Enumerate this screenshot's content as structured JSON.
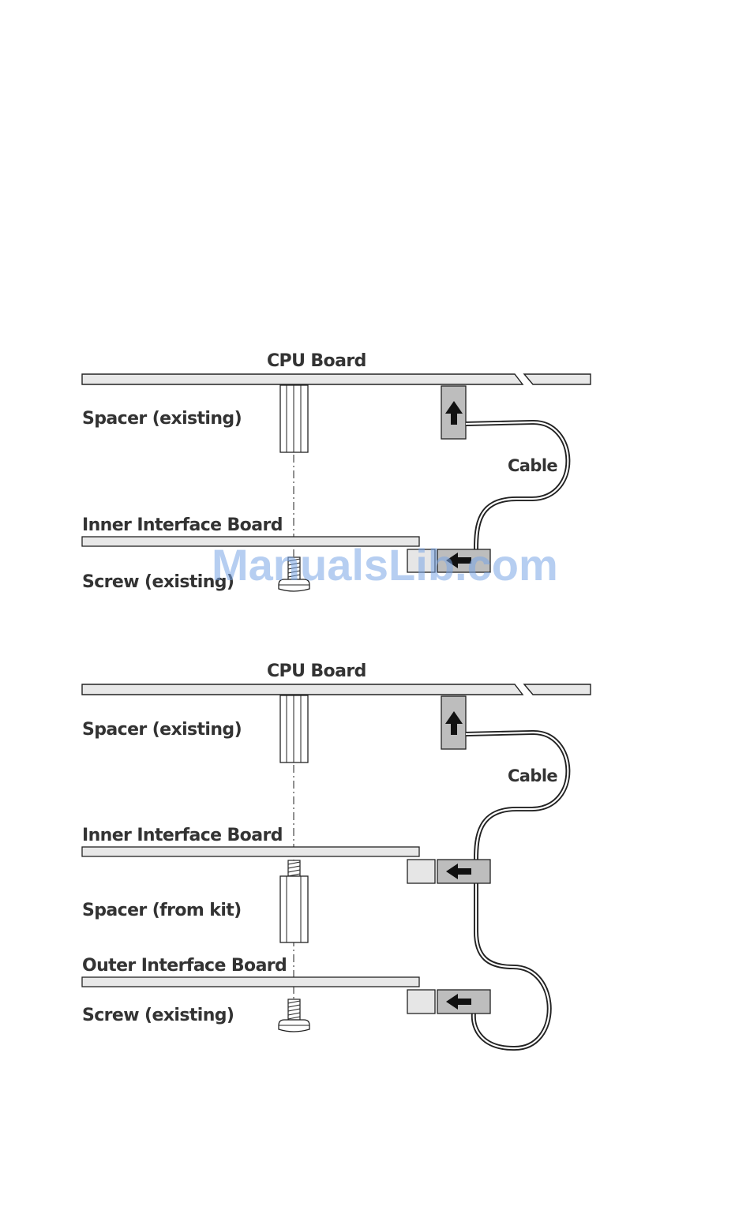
{
  "top": {
    "cpu_board": "CPU Board",
    "spacer_existing": "Spacer (existing)",
    "cable": "Cable",
    "inner_interface_board": "Inner Interface Board",
    "screw_existing": "Screw (existing)"
  },
  "bottom": {
    "cpu_board": "CPU Board",
    "spacer_existing": "Spacer (existing)",
    "cable": "Cable",
    "inner_interface_board": "Inner Interface Board",
    "spacer_from_kit": "Spacer (from kit)",
    "outer_interface_board": "Outer Interface Board",
    "screw_existing": "Screw (existing)"
  },
  "watermark": "ManualsLib.com",
  "colors": {
    "board_fill": "#e8e8e8",
    "connector_dark": "#bdbdbd",
    "connector_light": "#e6e6e6",
    "stroke": "#222222",
    "watermark": "#7aa6e6"
  }
}
